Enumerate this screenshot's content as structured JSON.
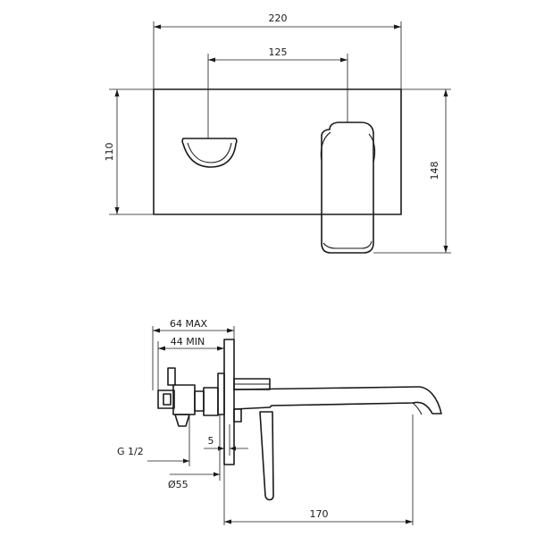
{
  "front_view": {
    "dim_width": "220",
    "dim_center": "125",
    "dim_plate_height": "110",
    "dim_total_height": "148"
  },
  "side_view": {
    "dim_max_depth": "64 MAX",
    "dim_min_depth": "44 MIN",
    "dim_thread": "G 1/2",
    "dim_gap": "5",
    "dim_diameter": "Ø55",
    "dim_spout_length": "170"
  }
}
